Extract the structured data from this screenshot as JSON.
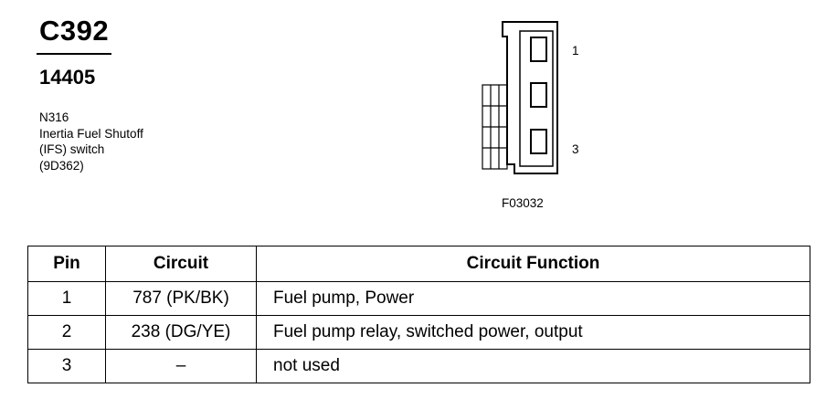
{
  "connector": {
    "id": "C392",
    "part_number": "14405"
  },
  "component": {
    "lines": [
      "N316",
      "Inertia Fuel Shutoff",
      "(IFS) switch",
      "(9D362)"
    ]
  },
  "diagram": {
    "pin_top": "1",
    "pin_bottom": "3",
    "figure_code": "F03032"
  },
  "table": {
    "headers": [
      "Pin",
      "Circuit",
      "Circuit Function"
    ],
    "rows": [
      {
        "pin": "1",
        "circuit": "787 (PK/BK)",
        "function": "Fuel pump, Power"
      },
      {
        "pin": "2",
        "circuit": "238 (DG/YE)",
        "function": "Fuel pump relay, switched power, output"
      },
      {
        "pin": "3",
        "circuit": "–",
        "function": "not used"
      }
    ]
  }
}
